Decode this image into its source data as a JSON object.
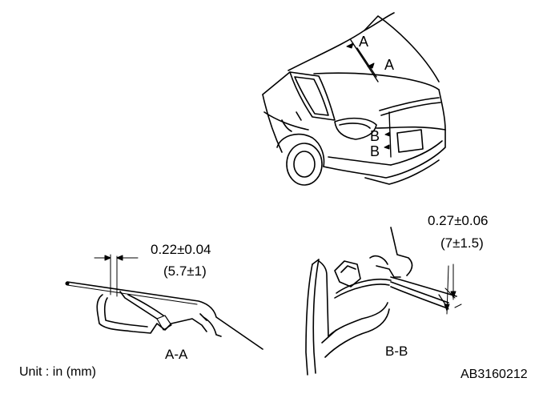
{
  "callouts": {
    "a_top": "A",
    "a_bottom": "A",
    "b_top": "B",
    "b_bottom": "B"
  },
  "section_aa": {
    "title": "A-A",
    "dimension_in": "0.22±0.04",
    "dimension_mm": "(5.7±1)"
  },
  "section_bb": {
    "title": "B-B",
    "dimension_in": "0.27±0.06",
    "dimension_mm": "(7±1.5)"
  },
  "footer": {
    "unit": "Unit : in (mm)",
    "figure_id": "AB3160212"
  }
}
